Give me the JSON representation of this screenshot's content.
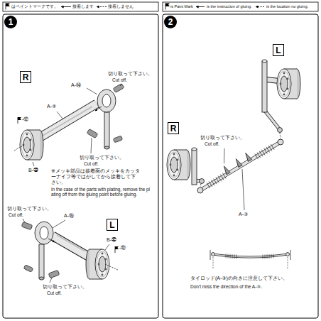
{
  "diagram": {
    "nodes": [
      {
        "text": [
          "1"
        ]
      },
      {
        "text": [
          "R"
        ]
      },
      {
        "text": [
          "L"
        ]
      },
      {
        "text": [
          "2"
        ]
      },
      {
        "text": [
          "L"
        ]
      },
      {
        "text": [
          "R"
        ]
      }
    ],
    "labels": [
      "はペイントマークです。",
      "接着します",
      "接着しません",
      "is Paint Mark",
      "is the instruction of gluing.",
      "is the location no gluing.",
      "A-⑭",
      "切り取って下さい。",
      "Cut off.",
      "A-②",
      "-⑫",
      "切り取って下さい。",
      "Cut off.",
      "B-㉝",
      "※メッキ部品は接着面のメッキをカッターナイフ等ではがしてから接着して下さい。",
      "In the case of the parts with plating, remove the plating off from the gluing point before gluing.",
      "切り取って下さい。",
      "Cut off.",
      "A-⑮",
      "B-㉜",
      "-⑫",
      "切り取って下さい。",
      "Cut off.",
      "切り取って下さい。",
      "Cut off.",
      "A-③",
      "タイロッド(A-③)の向きに注意して下さい。",
      "Don't miss the direction of the A-③."
    ]
  }
}
